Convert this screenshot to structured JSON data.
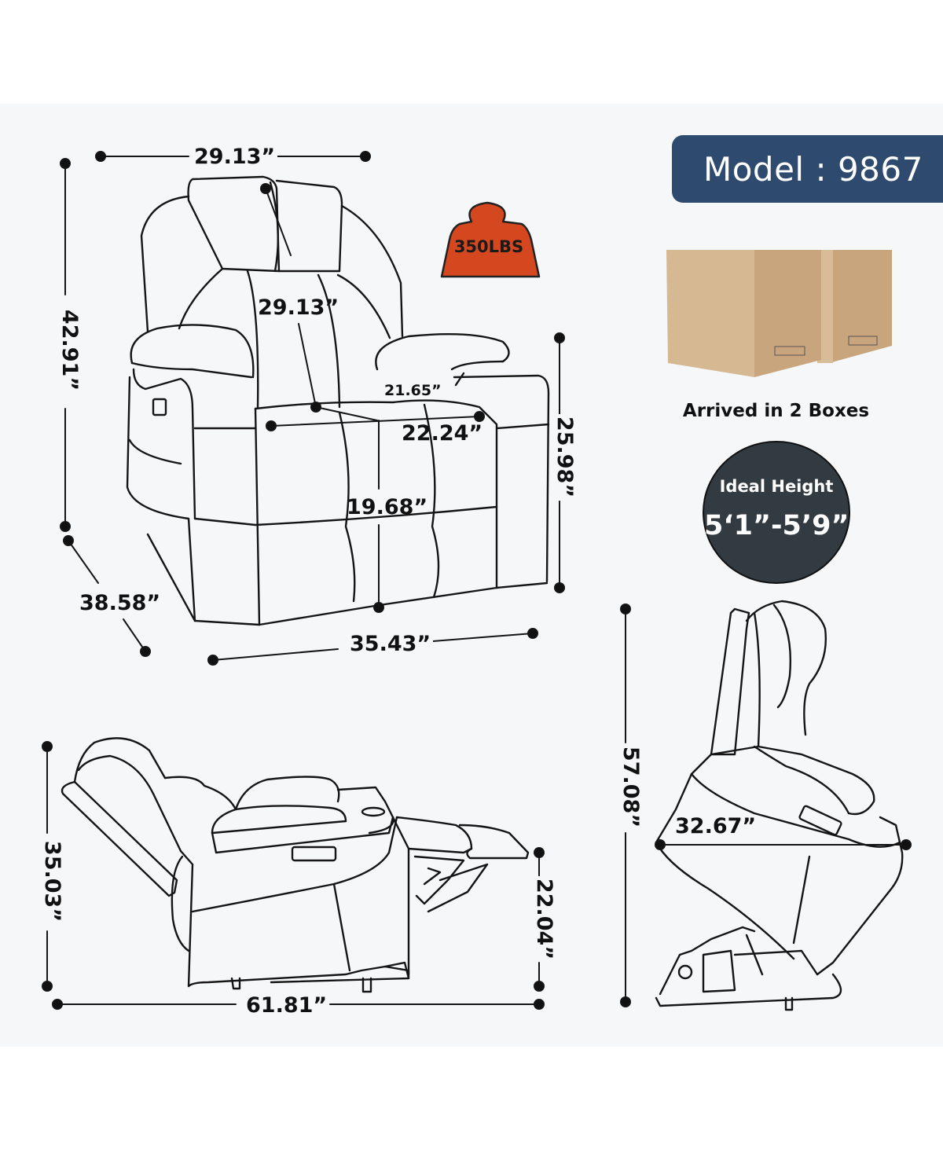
{
  "product": {
    "model_label": "Model : 9867",
    "weight_capacity": "350LBS",
    "packaging": "Arrived in 2 Boxes",
    "ideal_height": {
      "title": "Ideal Height",
      "value": "5‘1”-5’9”"
    }
  },
  "colors": {
    "model_badge_bg": "#2e4a6e",
    "weight_icon_fill": "#d4471f",
    "height_circle_bg": "#323a42",
    "panel_bg": "#f6f7f9",
    "box_front": "#d4b48f",
    "box_side": "#c4a07a"
  },
  "front_view": {
    "headrest_width": "29.13”",
    "overall_height": "42.91”",
    "backrest_height": "29.13”",
    "seat_depth": "21.65”",
    "seat_width": "22.24”",
    "arm_height": "25.98”",
    "seat_height": "19.68”",
    "overall_depth": "38.58”",
    "overall_width": "35.43”"
  },
  "reclined_view": {
    "height": "35.03”",
    "footrest_height": "22.04”",
    "length": "61.81”"
  },
  "lift_view": {
    "height": "57.08”",
    "depth": "32.67”"
  },
  "icons": {
    "weight": "weight-icon",
    "boxes": "shipping-boxes-image",
    "remote": "power-button-panel-icon"
  }
}
